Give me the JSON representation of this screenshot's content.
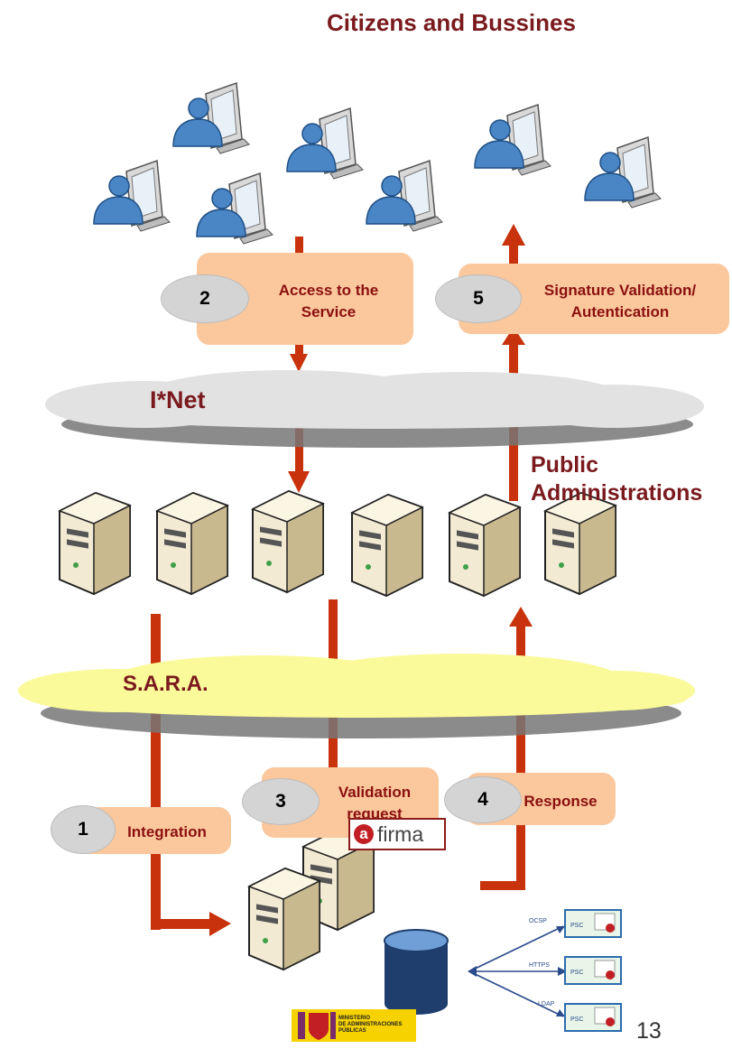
{
  "header": {
    "title": "Citizens and Bussines"
  },
  "labels": {
    "public_admin_line1": "Public",
    "public_admin_line2": "Administrations",
    "inet": "I*Net",
    "sara": "S.A.R.A.",
    "page_number": "13"
  },
  "steps": [
    {
      "num": "1",
      "line1": "Integration",
      "line2": ""
    },
    {
      "num": "2",
      "line1": "Access  to the",
      "line2": "Service"
    },
    {
      "num": "3",
      "line1": "Validation",
      "line2": "request"
    },
    {
      "num": "4",
      "line1": "Response",
      "line2": ""
    },
    {
      "num": "5",
      "line1": "Signature Validation/",
      "line2": "Autentication"
    }
  ],
  "platform": {
    "logo_letter": "a",
    "logo_text": "firma"
  },
  "ministry": {
    "line1": "MINISTERIO",
    "line2": "DE ADMINISTRACIONES",
    "line3": "PÚBLICAS"
  },
  "psc": {
    "label": "PSC",
    "protocols": [
      "OCSP",
      "HTTPS",
      "LDAP"
    ]
  },
  "colors": {
    "arrow": "#c8320c",
    "step_box": "#fbc79c",
    "step_circle": "#d4d4d4",
    "dark_red_text": "#7a1a1e",
    "inet_cloud": "#e2e2e2",
    "sara_cloud": "#fbfa9a",
    "user_blue": "#4a86c5",
    "server_beige": "#e9dcc0"
  },
  "icons": [
    "user-computer-icon",
    "server-icon",
    "cloud-icon",
    "database-icon",
    "certificate-icon",
    "afirma-logo",
    "ministry-logo"
  ]
}
